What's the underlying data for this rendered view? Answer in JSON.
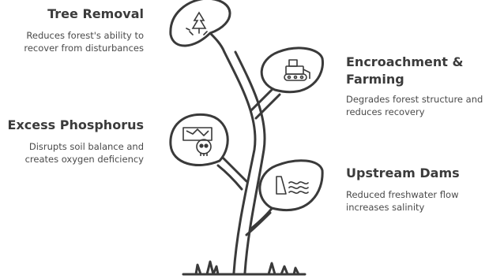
{
  "items": [
    {
      "title": "Tree Removal",
      "description_lines": [
        "Reduces forest's ability to",
        "recover from disturbances"
      ],
      "icon": "tree-removal-icon"
    },
    {
      "title_lines": [
        "Encroachment &",
        "Farming"
      ],
      "description_lines": [
        "Degrades forest structure and",
        "reduces recovery"
      ],
      "icon": "bulldozer-icon"
    },
    {
      "title": "Excess Phosphorus",
      "description_lines": [
        "Disrupts soil balance and",
        "creates oxygen deficiency"
      ],
      "icon": "toxic-skull-icon"
    },
    {
      "title": "Upstream Dams",
      "description_lines": [
        "Reduced freshwater flow",
        "increases salinity"
      ],
      "icon": "dam-water-icon"
    }
  ],
  "colors": {
    "ink": "#3a3a3a",
    "leaf_fill": "#ffffff",
    "text": "#3b3b3b"
  }
}
